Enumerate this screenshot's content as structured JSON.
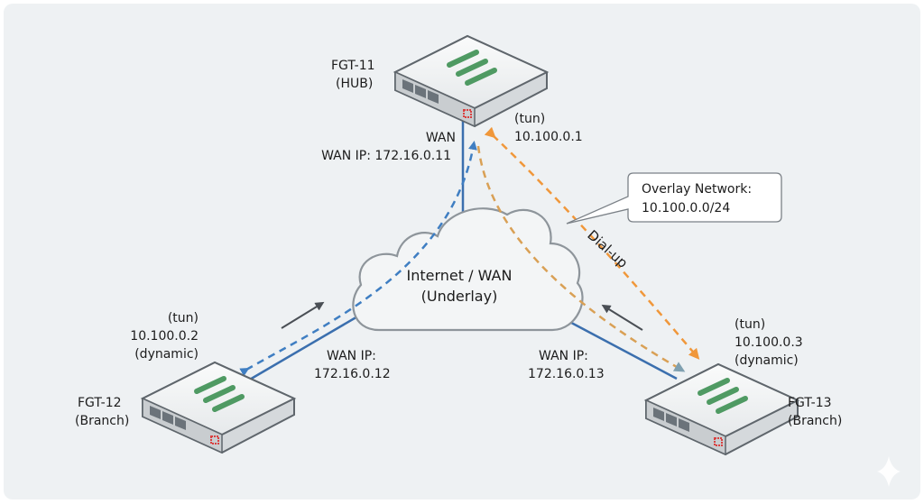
{
  "diagram": {
    "colors": {
      "background": "#eef1f3",
      "wan_link": "#3b6fae",
      "hub_tunnel_blue": "#3f7ec2",
      "tunnel_orange": "#f0973a",
      "tunnel_green": "#9aa877",
      "device_led": "#4f9a63",
      "device_logo": "#d94040",
      "cloud_stroke": "#8e959b"
    },
    "cloud": {
      "line1": "Internet / WAN",
      "line2": "(Underlay)"
    },
    "hub": {
      "name": "FGT-11",
      "role": "(HUB)",
      "wan_label": "WAN",
      "wan_ip": "WAN IP: 172.16.0.11",
      "tun_label": "(tun)",
      "tun_ip": "10.100.0.1"
    },
    "branch1": {
      "name": "FGT-12",
      "role": "(Branch)",
      "wan_label": "WAN IP:",
      "wan_ip": "172.16.0.12",
      "tun_label": "(tun)",
      "tun_ip": "10.100.0.2",
      "tun_mode": "(dynamic)"
    },
    "branch2": {
      "name": "FGT-13",
      "role": "(Branch)",
      "wan_label": "WAN IP:",
      "wan_ip": "172.16.0.13",
      "tun_label": "(tun)",
      "tun_ip": "10.100.0.3",
      "tun_mode": "(dynamic)"
    },
    "callout": {
      "line1": "Overlay Network:",
      "line2": "10.100.0.0/24"
    },
    "dialup_label": "Dial-up",
    "icons": {
      "watermark": "sparkle-icon"
    }
  }
}
